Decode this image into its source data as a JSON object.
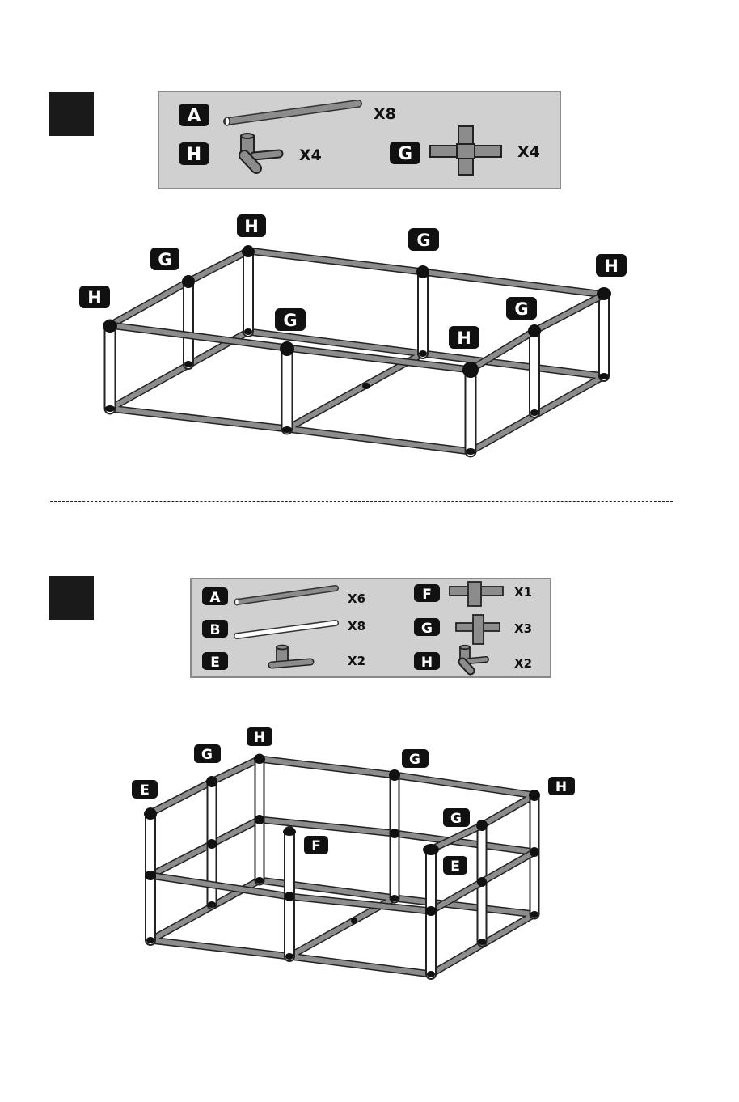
{
  "step1": {
    "parts": [
      {
        "letter": "A",
        "qty": "X8"
      },
      {
        "letter": "H",
        "qty": "X4"
      },
      {
        "letter": "G",
        "qty": "X4"
      }
    ],
    "labels": [
      "H",
      "G",
      "H",
      "G",
      "H",
      "G",
      "H",
      "G"
    ]
  },
  "step2": {
    "parts": [
      {
        "letter": "A",
        "qty": "X6"
      },
      {
        "letter": "B",
        "qty": "X8"
      },
      {
        "letter": "E",
        "qty": "X2"
      },
      {
        "letter": "F",
        "qty": "X1"
      },
      {
        "letter": "G",
        "qty": "X3"
      },
      {
        "letter": "H",
        "qty": "X2"
      }
    ],
    "labels": [
      "H",
      "G",
      "E",
      "G",
      "H",
      "G",
      "F",
      "E"
    ]
  },
  "colors": {
    "tube_gray": "#8c8c8c",
    "tube_white": "#ffffff",
    "connector": "#111111",
    "panel_bg": "#d0d0d0"
  }
}
